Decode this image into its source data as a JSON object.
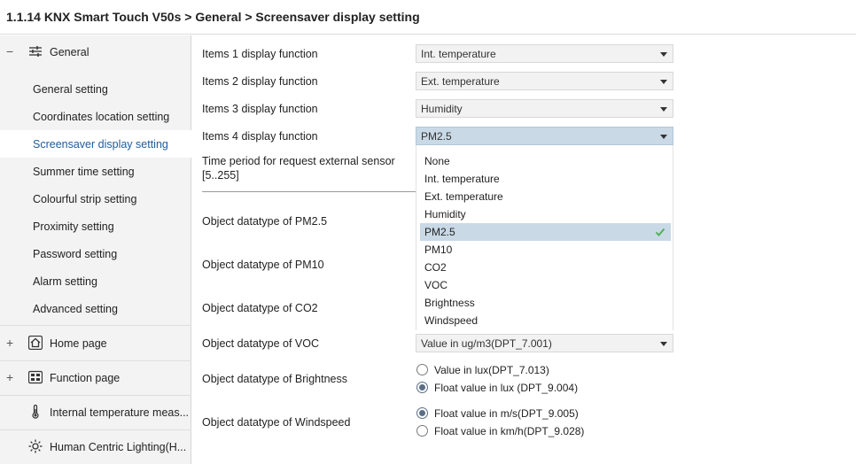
{
  "title": "1.1.14 KNX Smart Touch V50s > General > Screensaver display setting",
  "sidebar": {
    "general": {
      "sign": "−",
      "label": "General",
      "icon": "sliders-icon"
    },
    "items": [
      {
        "label": "General setting"
      },
      {
        "label": "Coordinates location setting"
      },
      {
        "label": "Screensaver display setting"
      },
      {
        "label": "Summer time setting"
      },
      {
        "label": "Colourful strip setting"
      },
      {
        "label": "Proximity setting"
      },
      {
        "label": "Password setting"
      },
      {
        "label": "Alarm setting"
      },
      {
        "label": "Advanced setting"
      }
    ],
    "active_item": "Screensaver display setting",
    "groups": [
      {
        "sign": "+",
        "label": "Home page",
        "icon": "home-icon"
      },
      {
        "sign": "+",
        "label": "Function page",
        "icon": "grid-icon"
      },
      {
        "sign": "",
        "label": "Internal temperature meas...",
        "icon": "thermometer-icon"
      },
      {
        "sign": "",
        "label": "Human Centric Lighting(H...",
        "icon": "sun-icon"
      }
    ]
  },
  "main": {
    "item1": {
      "label": "Items 1 display function",
      "value": "Int. temperature"
    },
    "item2": {
      "label": "Items 2 display function",
      "value": "Ext. temperature"
    },
    "item3": {
      "label": "Items 3 display function",
      "value": "Humidity"
    },
    "item4": {
      "label": "Items 4 display function",
      "value": "PM2.5"
    },
    "period": {
      "label_line1": "Time period for request external sensor",
      "label_line2": "[5..255]"
    },
    "pm25": {
      "label": "Object datatype of PM2.5"
    },
    "pm10": {
      "label": "Object datatype of PM10"
    },
    "co2": {
      "label": "Object datatype of CO2"
    },
    "voc": {
      "label": "Object datatype of VOC",
      "value": "Value in ug/m3(DPT_7.001)"
    },
    "brightness": {
      "label": "Object datatype of Brightness",
      "options": [
        "Value in lux(DPT_7.013)",
        "Float value in lux (DPT_9.004)"
      ],
      "selected_index": 1
    },
    "windspeed": {
      "label": "Object datatype of Windspeed",
      "options": [
        "Float value in m/s(DPT_9.005)",
        "Float value in km/h(DPT_9.028)"
      ],
      "selected_index": 0
    },
    "dropdown": {
      "options": [
        "None",
        "Int. temperature",
        "Ext. temperature",
        "Humidity",
        "PM2.5",
        "PM10",
        "CO2",
        "VOC",
        "Brightness",
        "Windspeed"
      ],
      "selected": "PM2.5",
      "check_icon": "checkmark-icon",
      "check_color": "#4caf50"
    }
  },
  "colors": {
    "accent_text": "#1d5c9e",
    "selection": "#c9d9e6"
  }
}
